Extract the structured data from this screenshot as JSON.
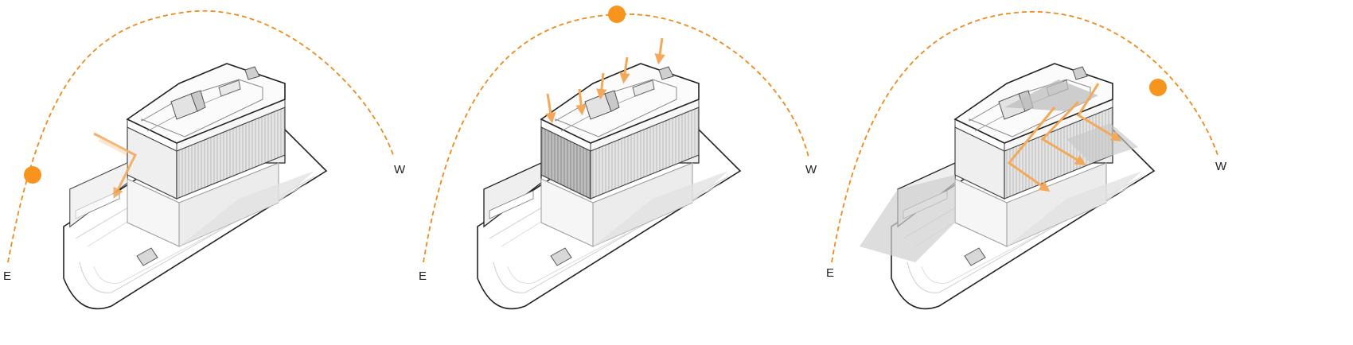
{
  "colors": {
    "sun": "#f7941d",
    "sun_path": "#f08a1c",
    "ray": "#f4a95a",
    "line": "#222222",
    "fill_light": "#f2f2f2",
    "fill_mid": "#dcdcdc",
    "fill_dark": "#b9b9b9",
    "shadow": "#d6d6d6"
  },
  "icons": {
    "sun": "sun-icon",
    "ray": "sun-ray-arrow-icon"
  },
  "diagrams": [
    {
      "id": "morning",
      "east_label": "E",
      "west_label": "W"
    },
    {
      "id": "noon",
      "east_label": "E",
      "west_label": "W"
    },
    {
      "id": "afternoon",
      "east_label": "E",
      "west_label": "W"
    }
  ]
}
